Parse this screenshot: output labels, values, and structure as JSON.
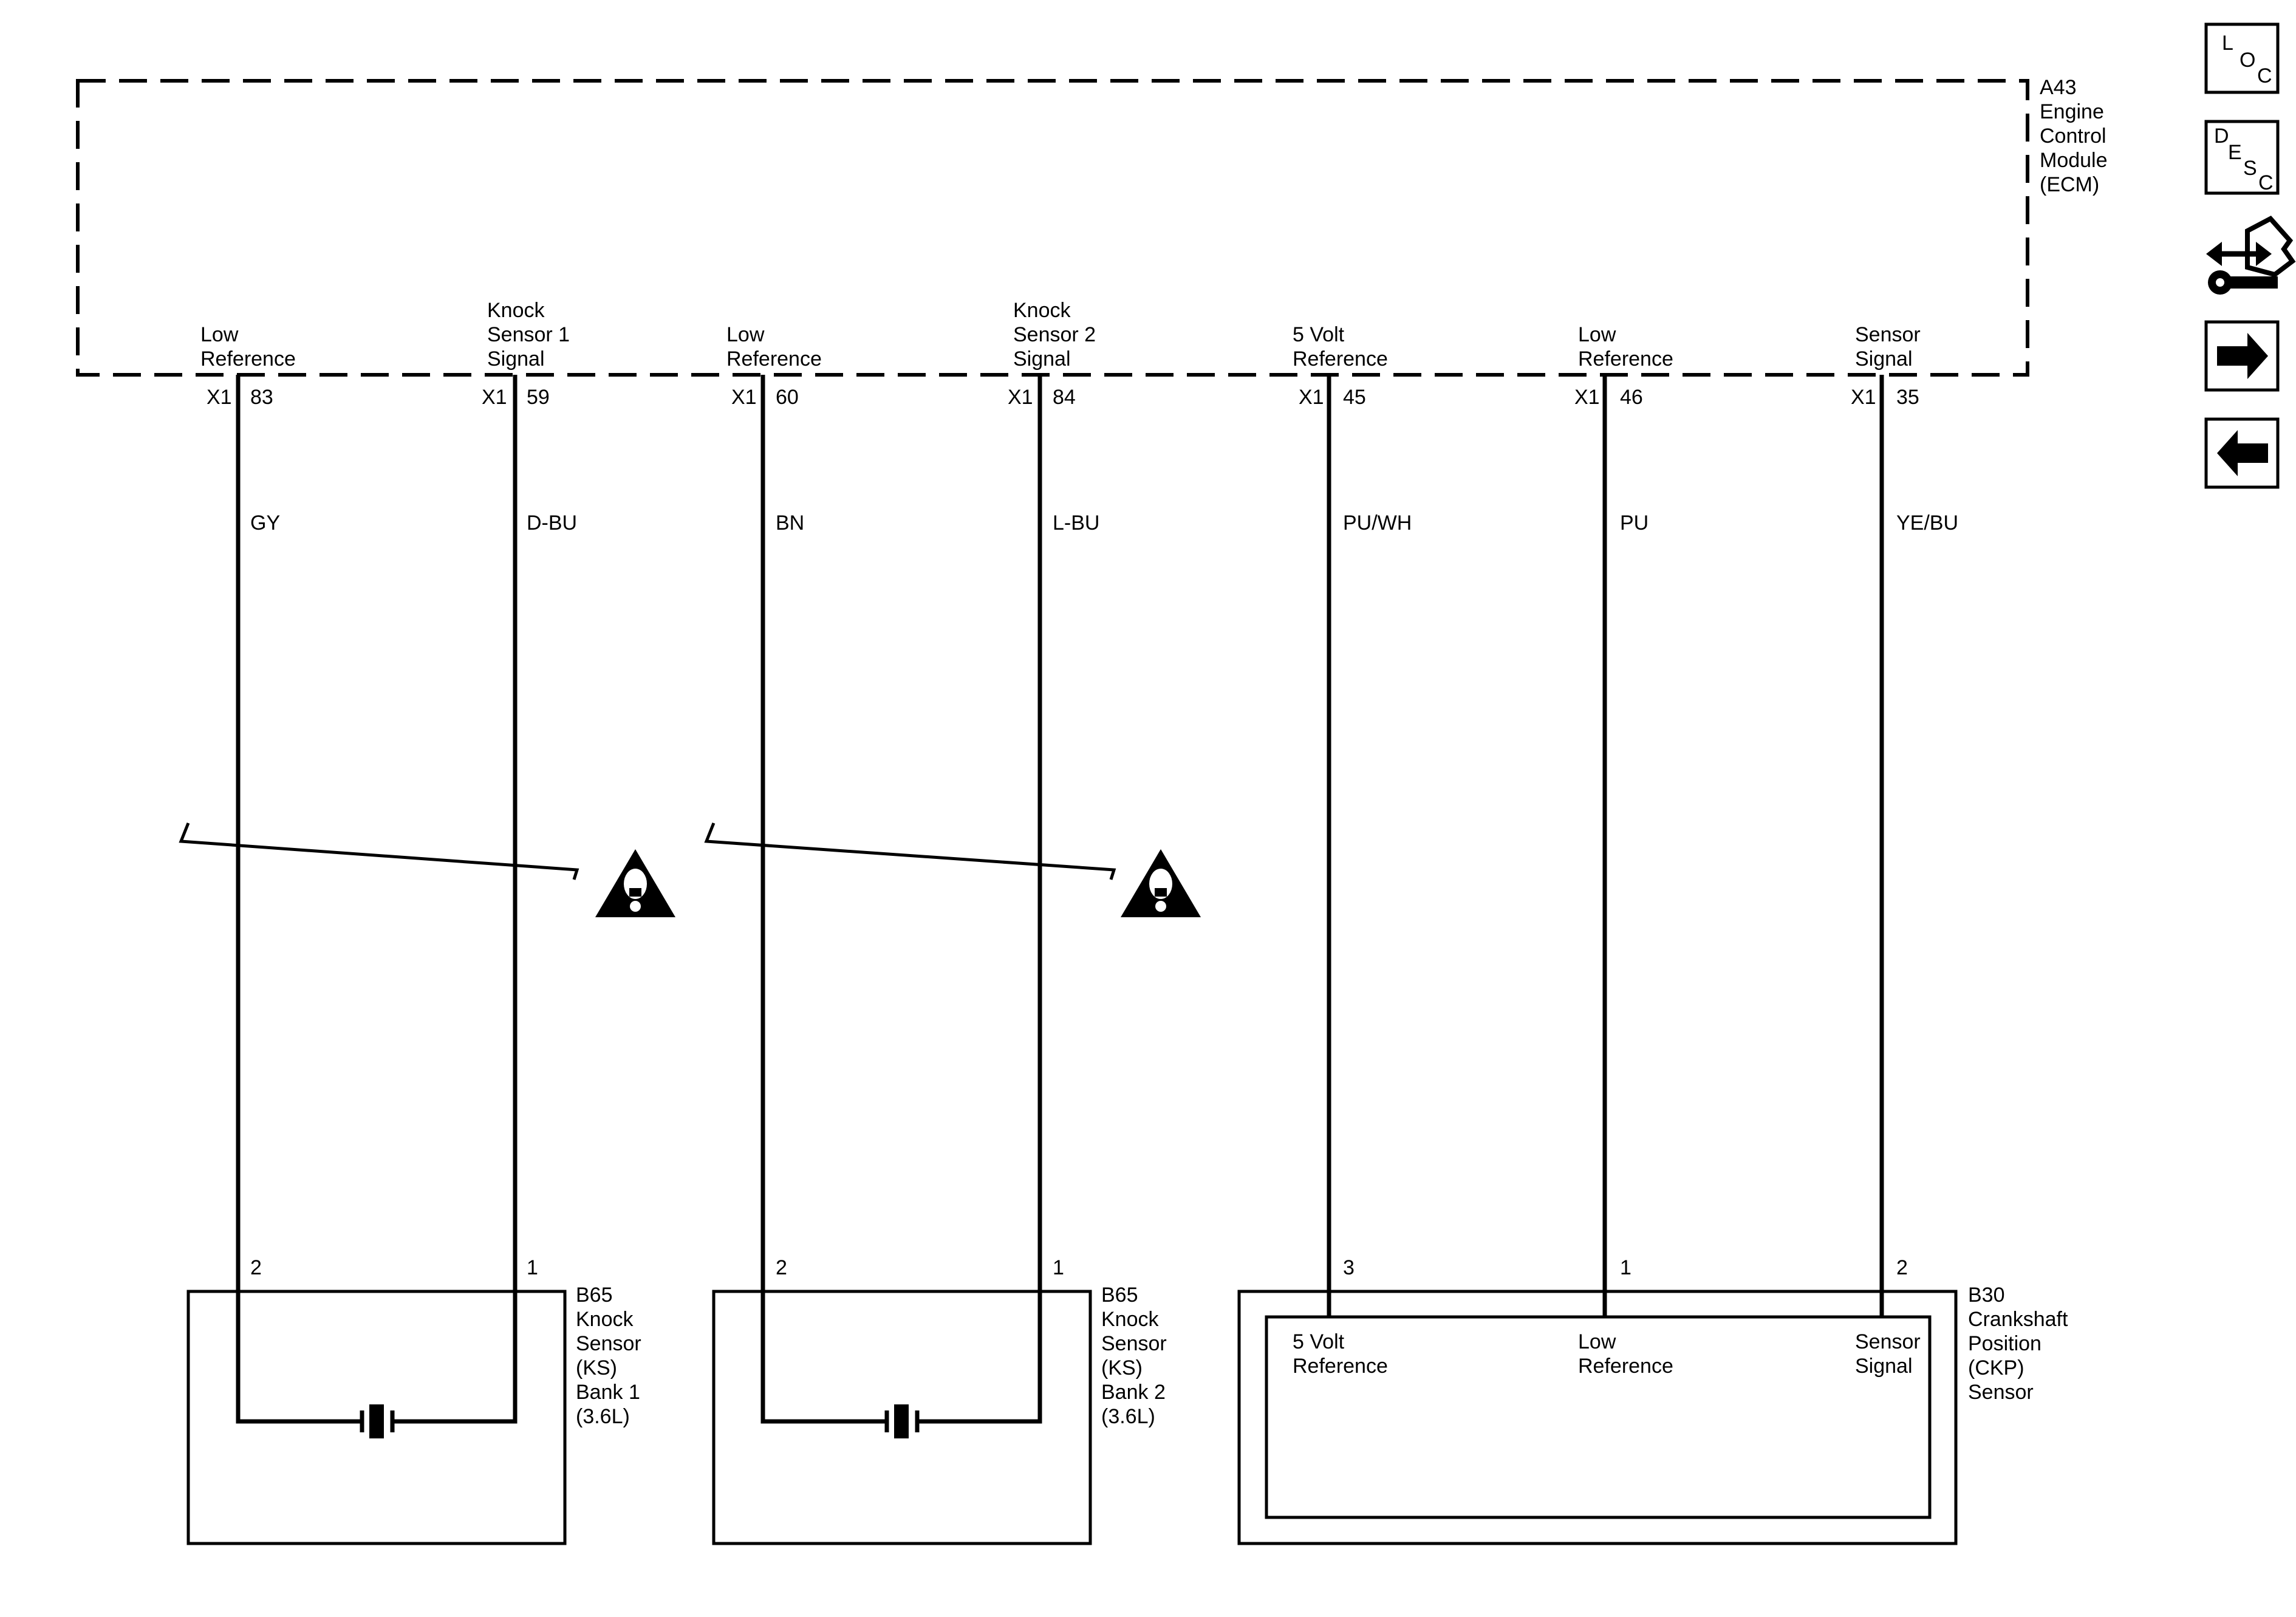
{
  "ecm": {
    "lines": [
      "A43",
      "Engine",
      "Control",
      "Module",
      "(ECM)"
    ],
    "pins": [
      {
        "label": [
          "Low",
          "Reference"
        ],
        "connector": "X1",
        "pin": "83",
        "wire_color": "GY"
      },
      {
        "label": [
          "Knock",
          "Sensor 1",
          "Signal"
        ],
        "connector": "X1",
        "pin": "59",
        "wire_color": "D-BU"
      },
      {
        "label": [
          "Low",
          "Reference"
        ],
        "connector": "X1",
        "pin": "60",
        "wire_color": "BN"
      },
      {
        "label": [
          "Knock",
          "Sensor 2",
          "Signal"
        ],
        "connector": "X1",
        "pin": "84",
        "wire_color": "L-BU"
      },
      {
        "label": [
          "5 Volt",
          "Reference"
        ],
        "connector": "X1",
        "pin": "45",
        "wire_color": "PU/WH"
      },
      {
        "label": [
          "Low",
          "Reference"
        ],
        "connector": "X1",
        "pin": "46",
        "wire_color": "PU"
      },
      {
        "label": [
          "Sensor",
          "Signal"
        ],
        "connector": "X1",
        "pin": "35",
        "wire_color": "YE/BU"
      }
    ]
  },
  "knock_sensor_1": {
    "pins": [
      "2",
      "1"
    ],
    "lines": [
      "B65",
      "Knock",
      "Sensor",
      "(KS)",
      "Bank 1",
      "(3.6L)"
    ]
  },
  "knock_sensor_2": {
    "pins": [
      "2",
      "1"
    ],
    "lines": [
      "B65",
      "Knock",
      "Sensor",
      "(KS)",
      "Bank 2",
      "(3.6L)"
    ]
  },
  "ckp_sensor": {
    "pins": [
      "3",
      "1",
      "2"
    ],
    "lines": [
      "B30",
      "Crankshaft",
      "Position",
      "(CKP)",
      "Sensor"
    ],
    "inner_labels": [
      [
        "5 Volt",
        "Reference"
      ],
      [
        "Low",
        "Reference"
      ],
      [
        "Sensor",
        "Signal"
      ]
    ]
  },
  "sidebar": {
    "loc": {
      "chars": [
        "L",
        "O",
        "C"
      ]
    },
    "desc": {
      "chars": [
        "D",
        "E",
        "S",
        "C"
      ]
    },
    "icons": [
      "connector-tool-icon",
      "arrow-right-icon",
      "arrow-left-icon"
    ]
  }
}
